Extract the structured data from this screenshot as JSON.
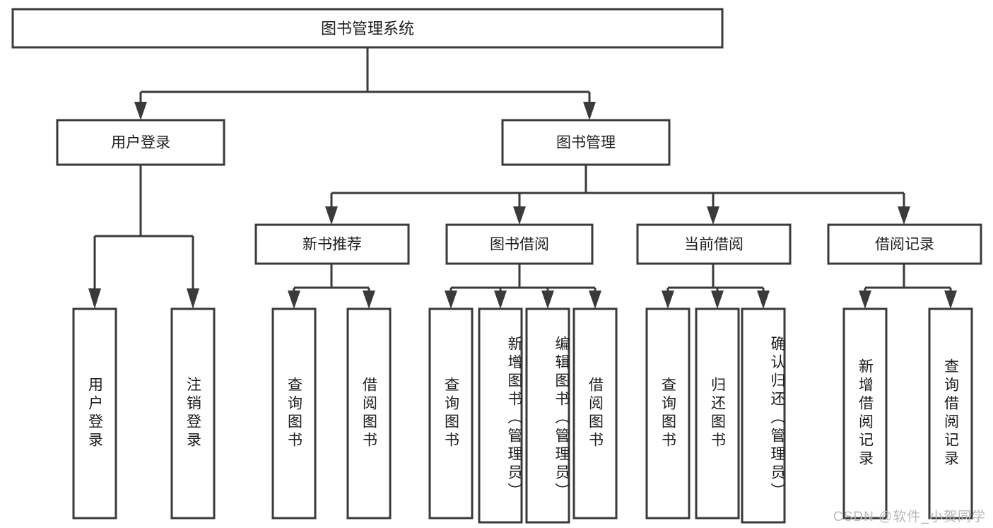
{
  "diagram": {
    "title": "图书管理系统",
    "type": "tree-hierarchy",
    "watermark": "CSDN @软件_小贺同学",
    "colors": {
      "stroke": "#3a3a3a",
      "fill": "#ffffff",
      "text": "#1c1c1c",
      "watermark": "#b9b9b9"
    },
    "levels": {
      "root": "图书管理系统",
      "level2": [
        "用户登录",
        "图书管理"
      ],
      "level3": [
        "新书推荐",
        "图书借阅",
        "当前借阅",
        "借阅记录"
      ],
      "level4": [
        "用户登录",
        "注销登录",
        "查询图书",
        "借阅图书",
        "查询图书",
        "新增图书（管理员）",
        "编辑图书（管理员）",
        "借阅图书",
        "查询图书",
        "归还图书",
        "确认归还（管理员）",
        "新增借阅记录",
        "查询借阅记录"
      ]
    }
  },
  "nodes": {
    "root": {
      "label": "图书管理系统"
    },
    "user_login": {
      "label": "用户登录"
    },
    "book_manage": {
      "label": "图书管理"
    },
    "new_book_rec": {
      "label": "新书推荐"
    },
    "book_borrow": {
      "label": "图书借阅"
    },
    "current_borrow": {
      "label": "当前借阅"
    },
    "borrow_record": {
      "label": "借阅记录"
    },
    "leaf_user_login": {
      "label": "用户登录"
    },
    "leaf_user_logout": {
      "label": "注销登录"
    },
    "leaf_rec_query": {
      "label": "查询图书"
    },
    "leaf_rec_borrow": {
      "label": "借阅图书"
    },
    "leaf_borrow_query": {
      "label": "查询图书"
    },
    "leaf_borrow_add": {
      "label": "新增图书（管理员）"
    },
    "leaf_borrow_edit": {
      "label": "编辑图书（管理员）"
    },
    "leaf_borrow_borrow": {
      "label": "借阅图书"
    },
    "leaf_cur_query": {
      "label": "查询图书"
    },
    "leaf_cur_return": {
      "label": "归还图书"
    },
    "leaf_cur_confirm": {
      "label": "确认归还（管理员）"
    },
    "leaf_rec_add": {
      "label": "新增借阅记录"
    },
    "leaf_rec_search": {
      "label": "查询借阅记录"
    }
  },
  "footer": {
    "watermark": "CSDN @软件_小贺同学"
  }
}
